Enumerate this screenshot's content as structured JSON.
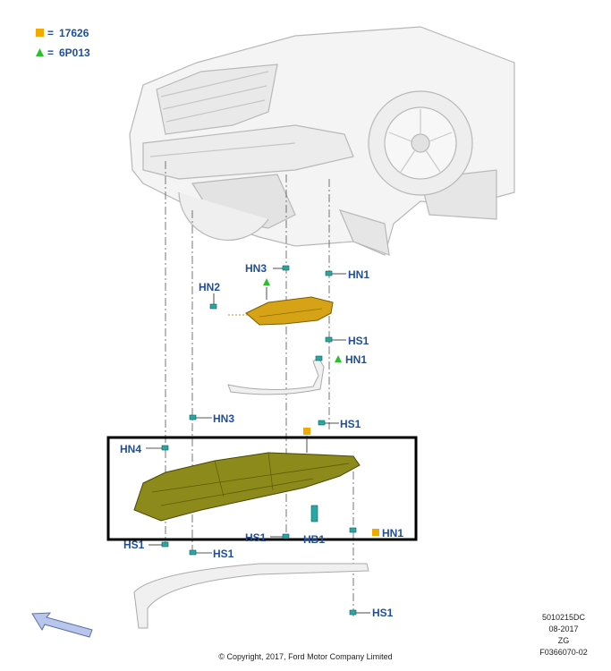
{
  "legend": [
    {
      "symbol": "square",
      "color": "#f2a900",
      "equals": "=",
      "code": "17626"
    },
    {
      "symbol": "triangle",
      "color": "#29c229",
      "equals": "=",
      "code": "6P013"
    }
  ],
  "callouts": {
    "hn3_top": "HN3",
    "hn1_top": "HN1",
    "hn2": "HN2",
    "hs1_a": "HS1",
    "hn1_mid": "HN1",
    "hn3_mid": "HN3",
    "hs1_b": "HS1",
    "hn4": "HN4",
    "hs1_c": "HS1",
    "hs1_d": "HS1",
    "hs1_e": "HS1",
    "hb1": "HB1",
    "hn1_low": "HN1",
    "hs1_f": "HS1"
  },
  "meta": {
    "code1": "5010215DC",
    "date": "08-2017",
    "zg": "ZG",
    "fig": "F0366070-02"
  },
  "copyright": "© Copyright, 2017, Ford Motor Company Limited",
  "colors": {
    "label_blue": "#1f4e9c",
    "shield_olive": "#8c8a1a",
    "plate_gold": "#d7a316",
    "fastener_teal": "#2aa7a3"
  }
}
